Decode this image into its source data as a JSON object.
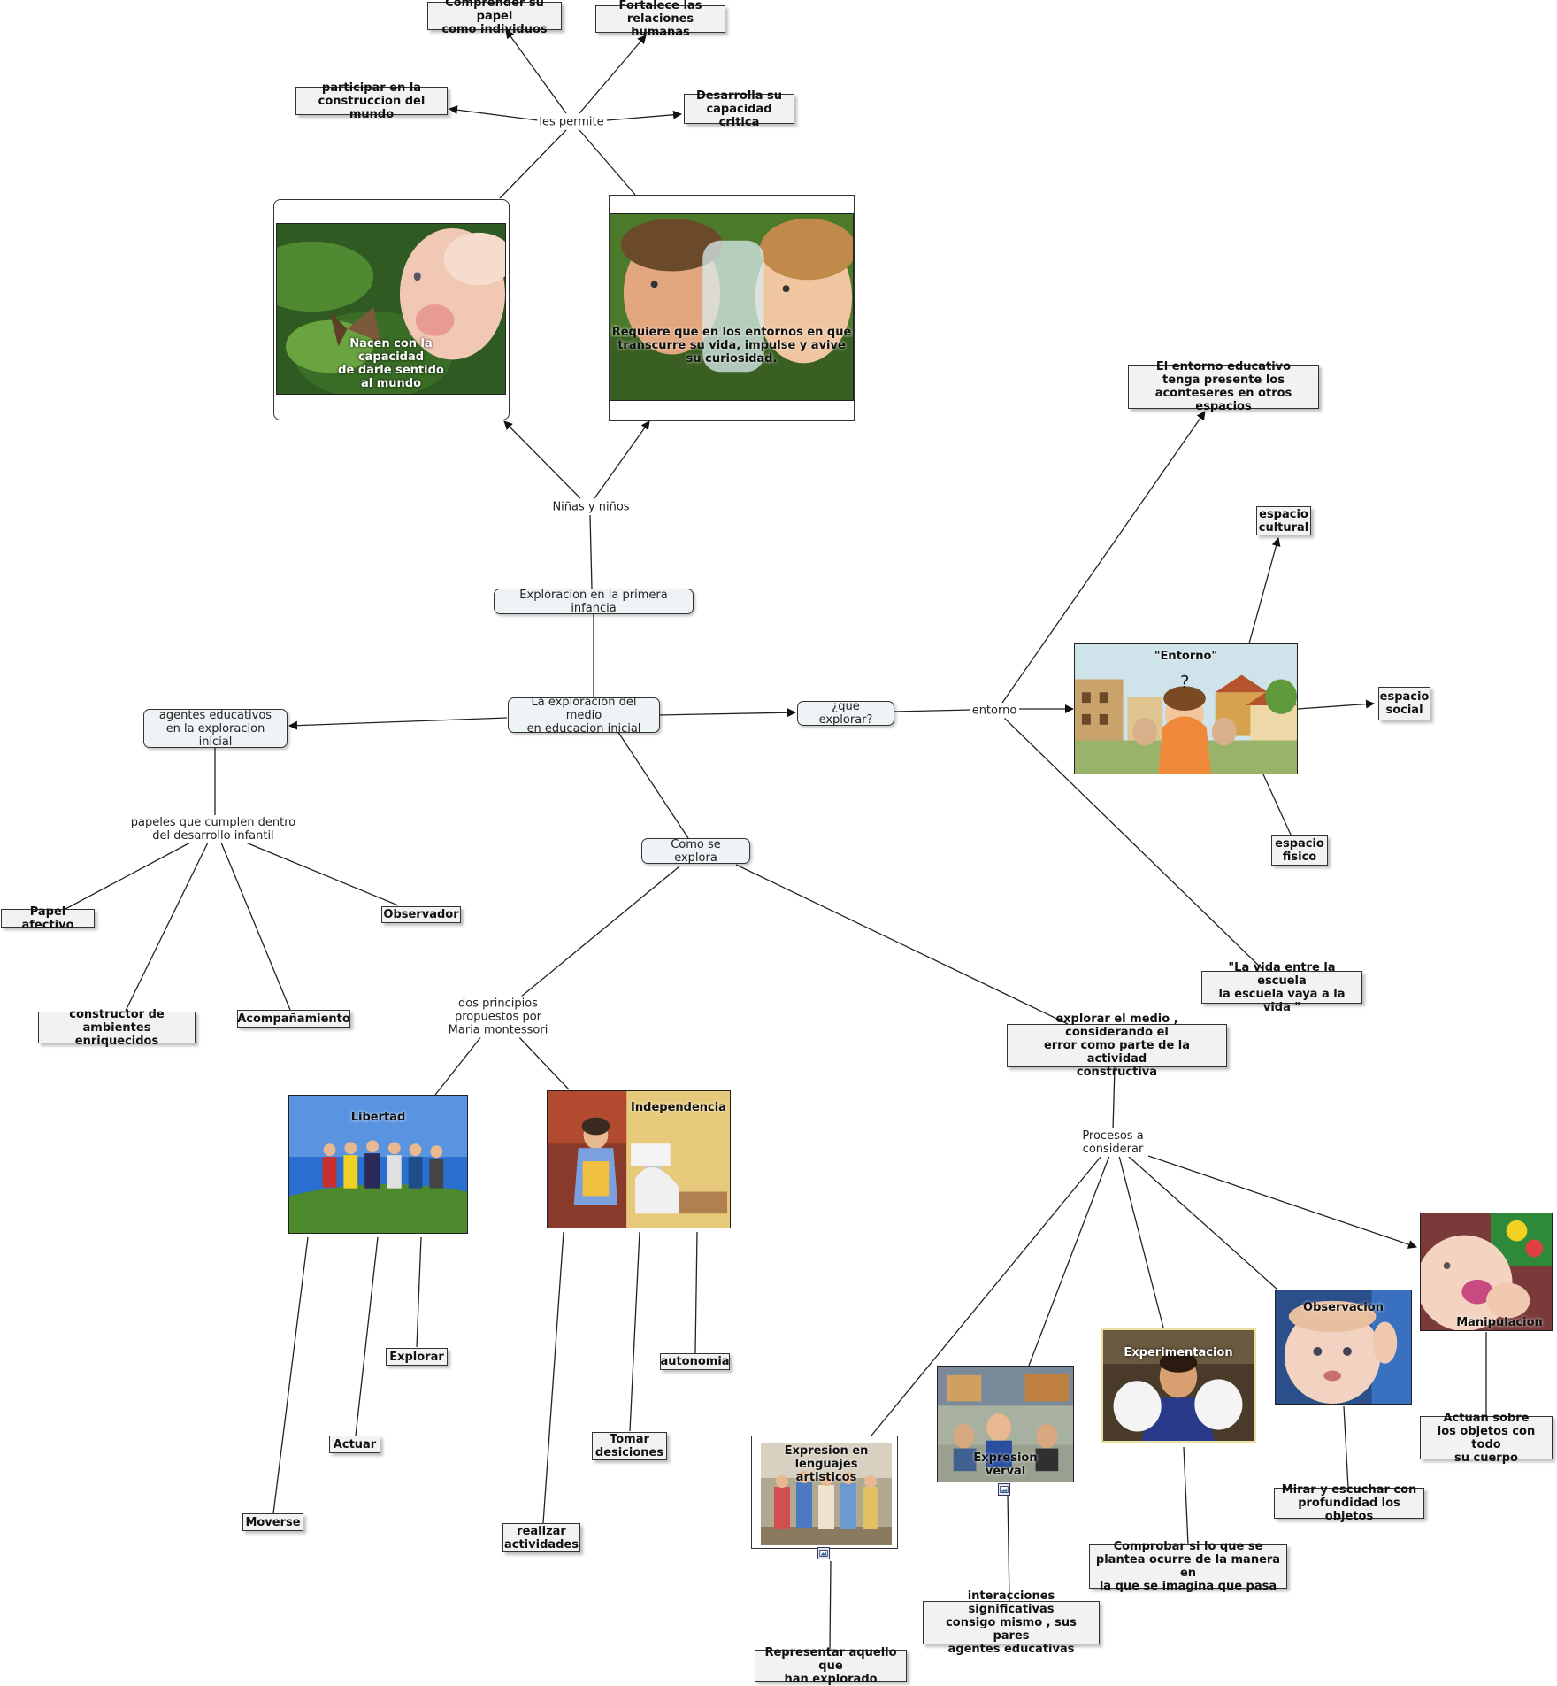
{
  "linkers": {
    "les_permite": "les permite",
    "ninas_ninos": "Niñas y niños",
    "entorno": "entorno",
    "papeles": "papeles que cumplen dentro\ndel desarrollo infantil",
    "dos_principios": "dos principios\npropuestos por\nMaria montessori",
    "procesos": "Procesos a\nconsiderar"
  },
  "concepts": {
    "exploracion_primera": "Exploracion en la primera infancia",
    "exploracion_medio": "La exploracion del medio\nen educacion inicial",
    "agentes": "agentes educativos\nen la exploracion inicial",
    "que_explorar": "¿que explorar?",
    "como_explora": "Como se explora"
  },
  "boxes": {
    "comprender": "Comprender su papel\ncomo individuos",
    "fortalece": "Fortalece las\nrelaciones humanas",
    "participar": "participar en la\nconstruccion del mundo",
    "desarrolla": "Desarrolla su\ncapacidad critica",
    "entorno_educativo": "El entorno educativo\ntenga presente los\naconteseres en otros espacios",
    "espacio_cultural": "espacio\ncultural",
    "espacio_social": "espacio\nsocial",
    "espacio_fisico": "espacio\nfisico",
    "vida_escuela": "\"La vida entre la escuela\nla escuela vaya a la vida \"",
    "papel_afectivo": "Papel afectivo",
    "observador": "Observador",
    "constructor": "constructor de\nambientes enriquecidos",
    "acompanamiento": "Acompañamiento",
    "explorar_medio": "explorar el medio , considerando el\nerror como parte de la actividad\nconstructiva",
    "explorar": "Explorar",
    "actuar": "Actuar",
    "moverse": "Moverse",
    "autonomia": "autonomia",
    "tomar": "Tomar\ndesiciones",
    "realizar": "realizar\nactividades",
    "actuan": "Actuan sobre\nlos objetos con todo\nsu cuerpo",
    "mirar": "Mirar y escuchar con\nprofundidad los objetos",
    "comprobar": "Comprobar si lo que se\nplantea ocurre de la manera en\nla que se imagina que pasa",
    "interacciones": "interacciones  significativas\nconsigo mismo , sus pares\nagentes educativas",
    "representar": "Representar aquello que\nhan explorado"
  },
  "images": {
    "nacen": "Nacen con la\ncapacidad\nde darle sentido\nal mundo",
    "requiere": "Requiere que en los entornos en que\ntranscurre su vida,  impulse y avive\nsu curiosidad.",
    "entorno_pic": "\"Entorno\"",
    "libertad": "Libertad",
    "independencia": "Independencia",
    "manipulacion": "Manipulacion",
    "observacion": "Observacion",
    "experimentacion": "Experimentacion",
    "expresion_verbal": "Expresion\nverval",
    "expresion_artistica": "Expresion en lenguajes\nartisticos"
  },
  "icons": [
    "image-attachment-icon"
  ],
  "colors": {
    "box_fill": "#f2f2f2",
    "concept_fill": "#eef3f5",
    "line": "#222222"
  }
}
